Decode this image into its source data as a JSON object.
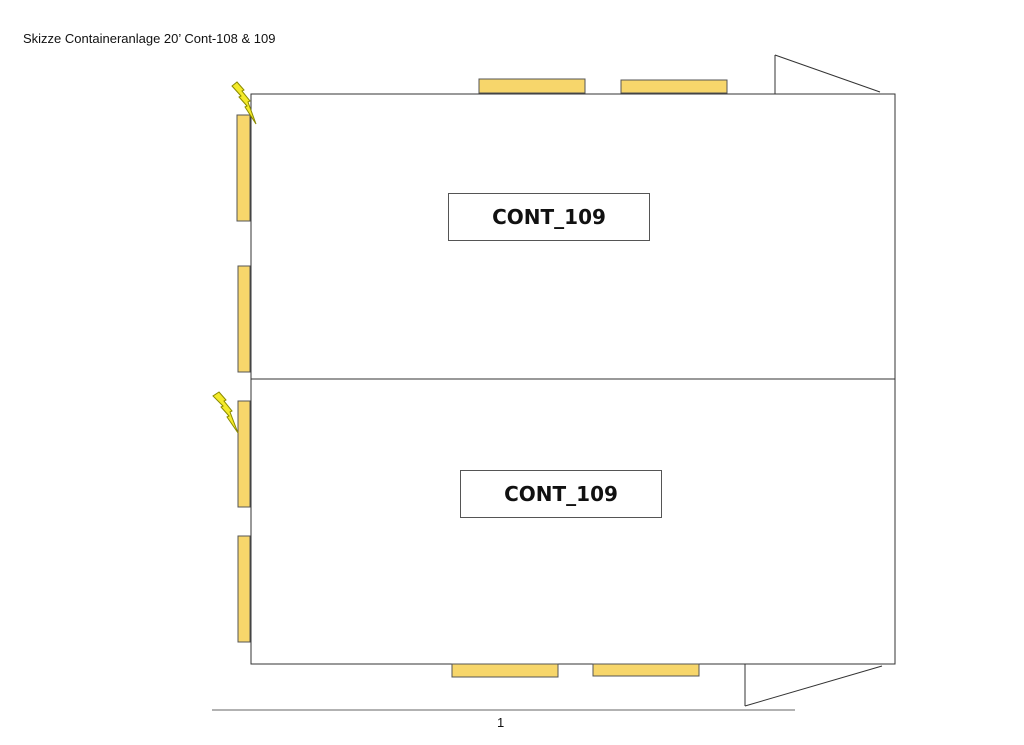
{
  "document": {
    "title": "Skizze Containeranlage 20’ Cont-108 & 109",
    "page_number": "1"
  },
  "containers": [
    {
      "label": "CONT_109"
    },
    {
      "label": "CONT_109"
    }
  ],
  "colors": {
    "outline": "#333333",
    "window_fill": "#f7d66b",
    "window_stroke": "#555555",
    "electric_fill": "#f4ea2a",
    "electric_stroke": "#8a8a00"
  },
  "icons": {
    "electrical_connection": "lightning-bolt-icon"
  }
}
